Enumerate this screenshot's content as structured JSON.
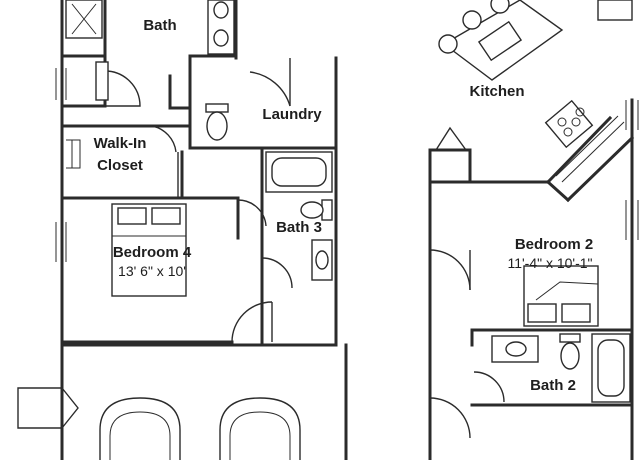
{
  "rooms": {
    "bath": {
      "name": "Bath"
    },
    "kitchen": {
      "name": "Kitchen"
    },
    "laundry": {
      "name": "Laundry"
    },
    "walk_in_closet": {
      "name_line1": "Walk-In",
      "name_line2": "Closet"
    },
    "bath_3": {
      "name": "Bath 3"
    },
    "bedroom_4": {
      "name": "Bedroom 4",
      "dimensions": "13' 6\" x 10'"
    },
    "bedroom_2": {
      "name": "Bedroom 2",
      "dimensions": "11'-4\" x 10'-1\""
    },
    "bath_2": {
      "name": "Bath 2"
    }
  },
  "colors": {
    "line": "#2b2b2b",
    "text": "#1e1e1e",
    "background": "#ffffff"
  }
}
